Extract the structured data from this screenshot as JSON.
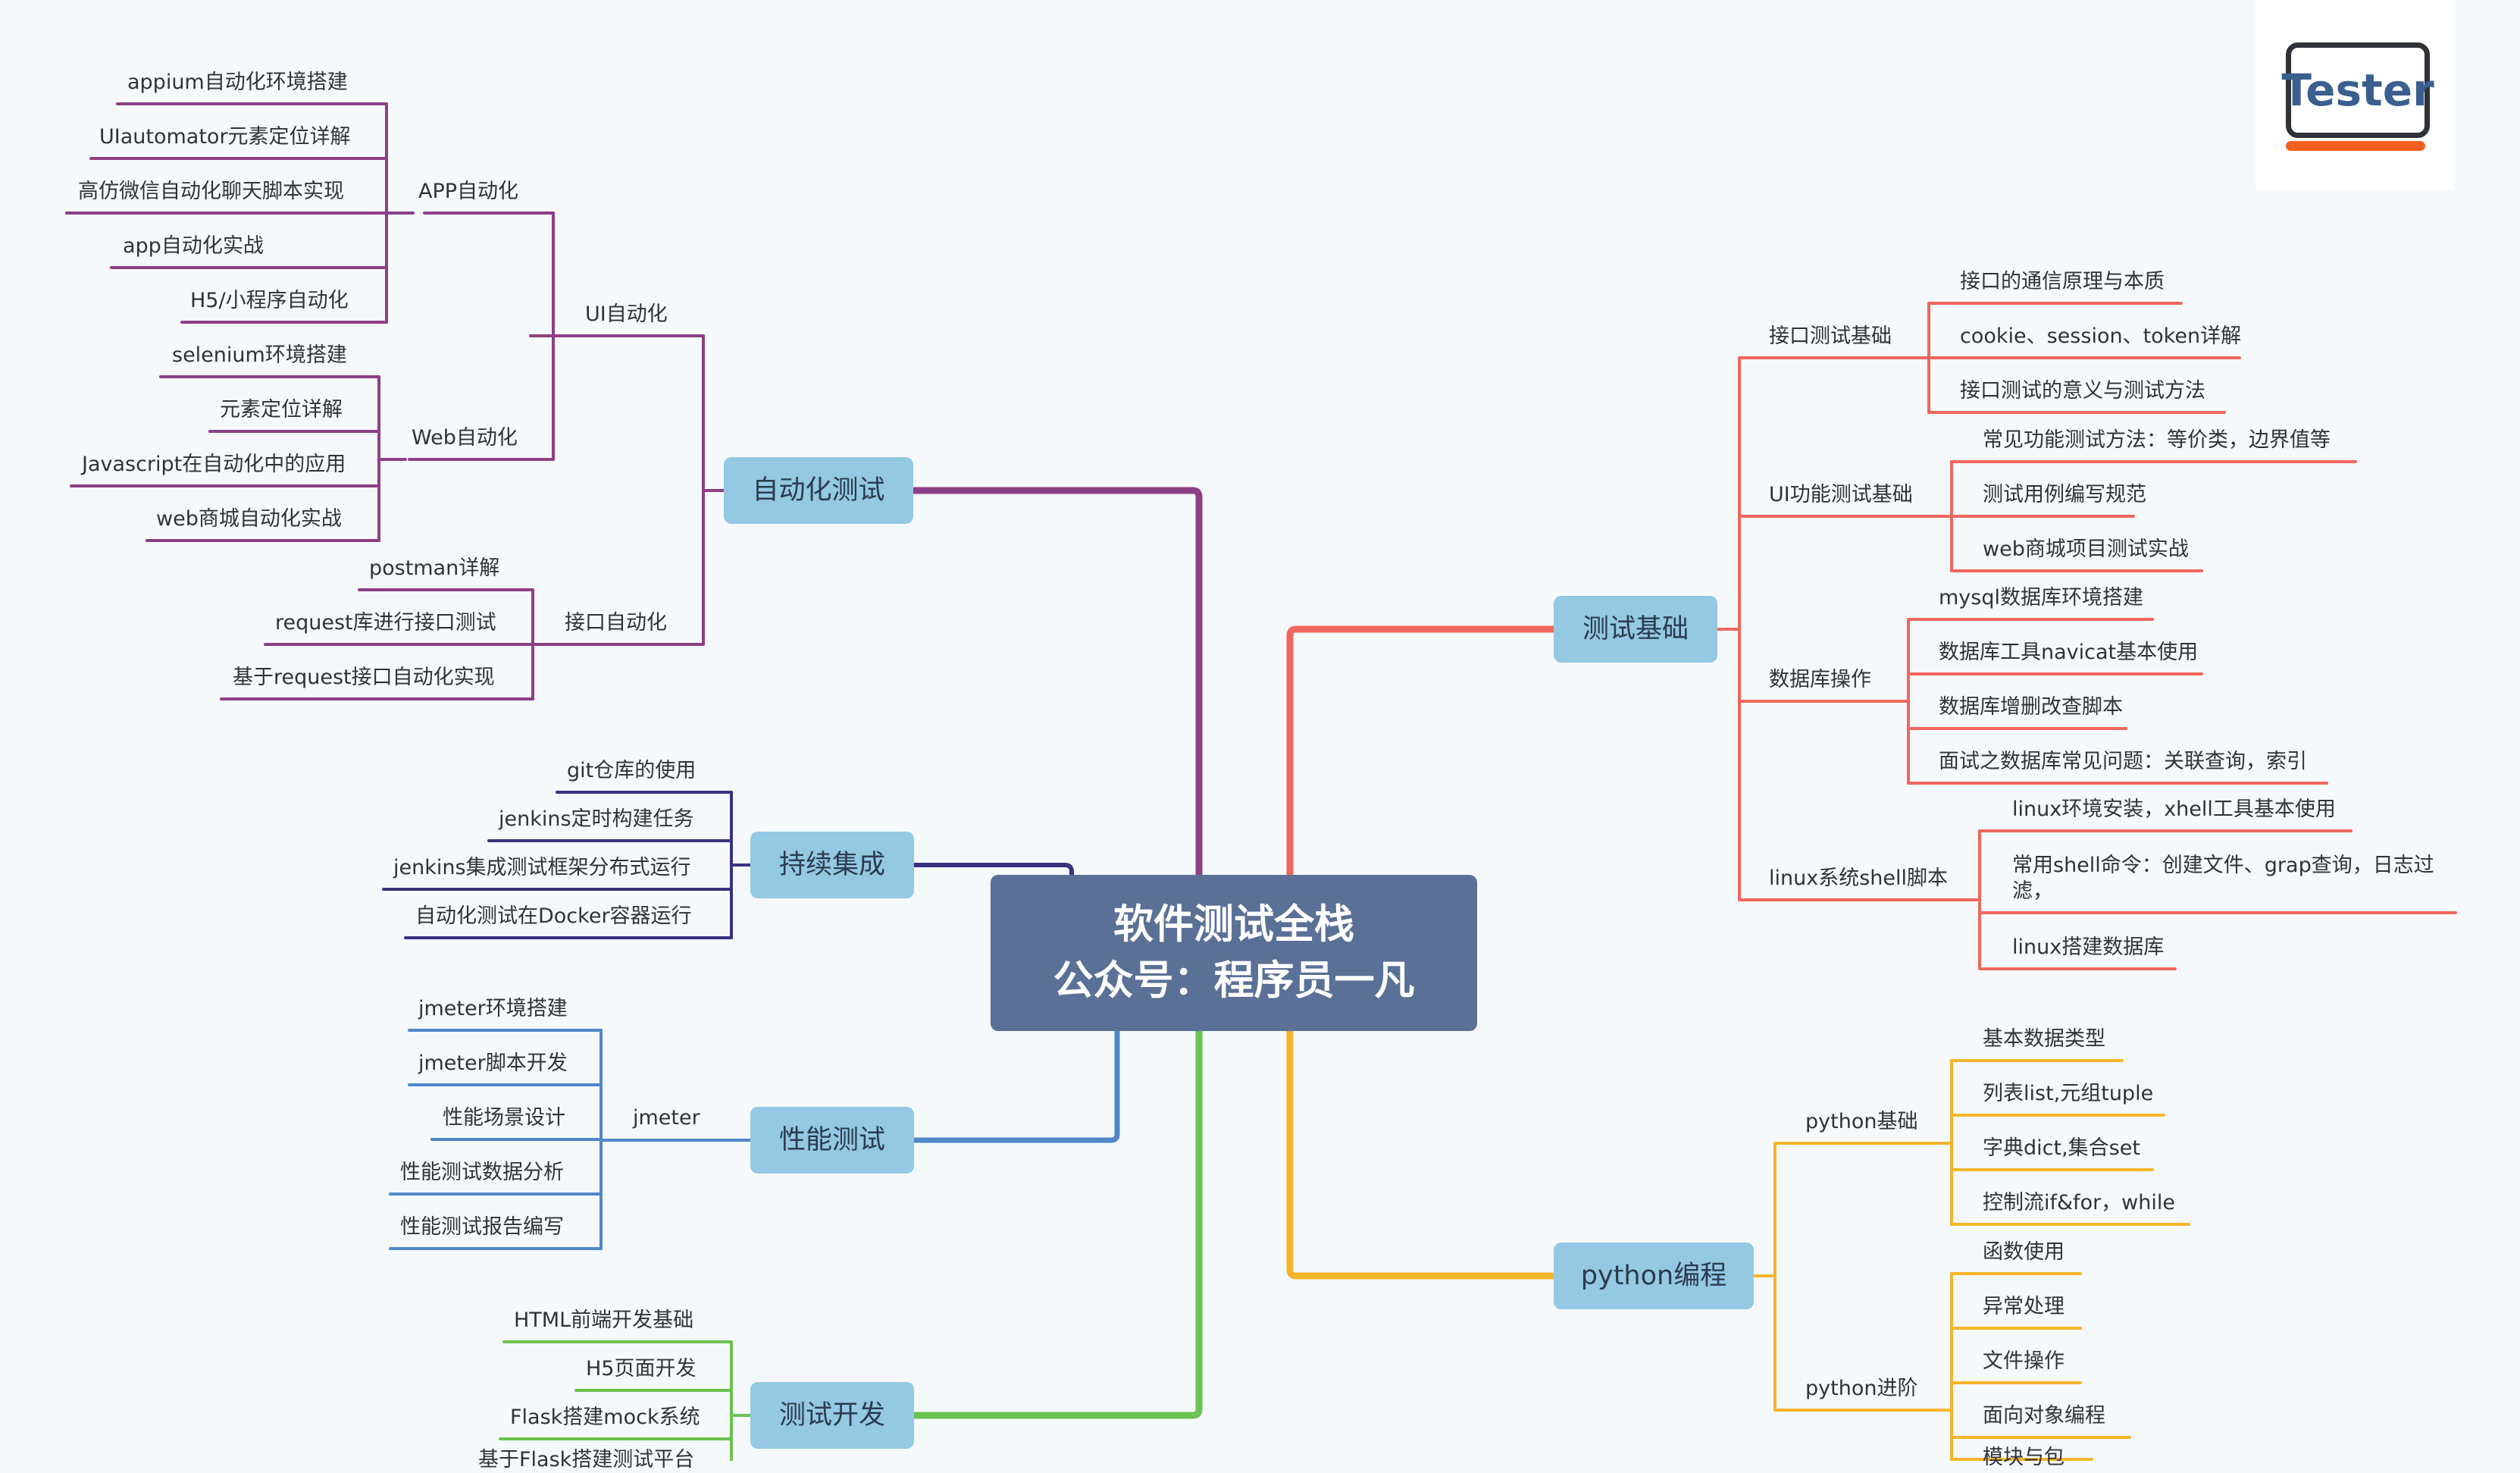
{
  "center": {
    "line1": "软件测试全栈",
    "line2": "公众号：程序员一凡"
  },
  "logo": {
    "text": "Tester"
  },
  "colors": {
    "center_bg": "#5b7096",
    "topic_bg": "#94c8e3",
    "automation": "#8d3f85",
    "ci": "#3b3180",
    "performance": "#4f87c9",
    "devtest": "#6cc24f",
    "basics": "#f0675d",
    "python": "#f5b52b",
    "logo_bar": "#f2601f"
  },
  "branches": {
    "automation": {
      "label": "自动化测试",
      "ui": {
        "label": "UI自动化",
        "app": {
          "label": "APP自动化",
          "items": [
            "appium自动化环境搭建",
            "UIautomator元素定位详解",
            "高仿微信自动化聊天脚本实现",
            "app自动化实战",
            "H5/小程序自动化"
          ]
        },
        "web": {
          "label": "Web自动化",
          "items": [
            "selenium环境搭建",
            "元素定位详解",
            "Javascript在自动化中的应用",
            "web商城自动化实战"
          ]
        }
      },
      "api": {
        "label": "接口自动化",
        "items": [
          "postman详解",
          "request库进行接口测试",
          "基于request接口自动化实现"
        ]
      }
    },
    "ci": {
      "label": "持续集成",
      "items": [
        "git仓库的使用",
        "jenkins定时构建任务",
        "jenkins集成测试框架分布式运行",
        "自动化测试在Docker容器运行"
      ]
    },
    "performance": {
      "label": "性能测试",
      "jmeter": {
        "label": "jmeter",
        "items": [
          "jmeter环境搭建",
          "jmeter脚本开发",
          "性能场景设计",
          "性能测试数据分析",
          "性能测试报告编写"
        ]
      }
    },
    "devtest": {
      "label": "测试开发",
      "items": [
        "HTML前端开发基础",
        "H5页面开发",
        "Flask搭建mock系统",
        "基于Flask搭建测试平台"
      ]
    },
    "basics": {
      "label": "测试基础",
      "api": {
        "label": "接口测试基础",
        "items": [
          "接口的通信原理与本质",
          "cookie、session、token详解",
          "接口测试的意义与测试方法"
        ]
      },
      "ui": {
        "label": "UI功能测试基础",
        "items": [
          "常见功能测试方法：等价类，边界值等",
          "测试用例编写规范",
          "web商城项目测试实战"
        ]
      },
      "db": {
        "label": "数据库操作",
        "items": [
          "mysql数据库环境搭建",
          "数据库工具navicat基本使用",
          "数据库增删改查脚本",
          "面试之数据库常见问题：关联查询，索引"
        ]
      },
      "linux": {
        "label": "linux系统shell脚本",
        "items": [
          "linux环境安装，xhell工具基本使用",
          "常用shell命令：创建文件、grap查询，日志过滤，",
          "linux搭建数据库"
        ]
      }
    },
    "python": {
      "label": "python编程",
      "basic": {
        "label": "python基础",
        "items": [
          "基本数据类型",
          "列表list,元组tuple",
          "字典dict,集合set",
          "控制流if&for，while"
        ]
      },
      "advanced": {
        "label": "python进阶",
        "items": [
          "函数使用",
          "异常处理",
          "文件操作",
          "面向对象编程",
          "模块与包"
        ]
      }
    }
  }
}
